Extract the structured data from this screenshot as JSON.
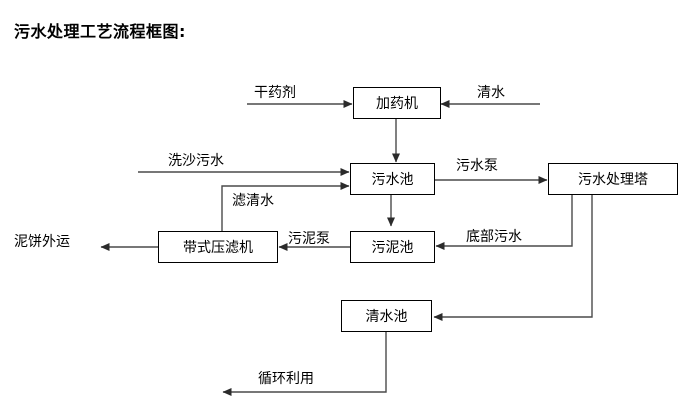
{
  "title": "污水处理工艺流程框图:",
  "nodes": {
    "dosing_machine": "加药机",
    "wastewater_pool": "污水池",
    "treatment_tower": "污水处理塔",
    "belt_filter_press": "带式压滤机",
    "sludge_pool": "污泥池",
    "clean_water_pool": "清水池"
  },
  "edge_labels": {
    "dry_reagent": "干药剂",
    "clean_water_in": "清水",
    "sand_wash_wastewater": "洗沙污水",
    "filtered_clear_water": "滤清水",
    "wastewater_pump": "污水泵",
    "sludge_pump": "污泥泵",
    "bottom_wastewater": "底部污水",
    "mud_cake_out": "泥饼外运",
    "recycle_reuse": "循环利用"
  },
  "colors": {
    "line": "#4a4a4a",
    "box_border": "#000000",
    "text": "#000000",
    "background": "#ffffff"
  }
}
